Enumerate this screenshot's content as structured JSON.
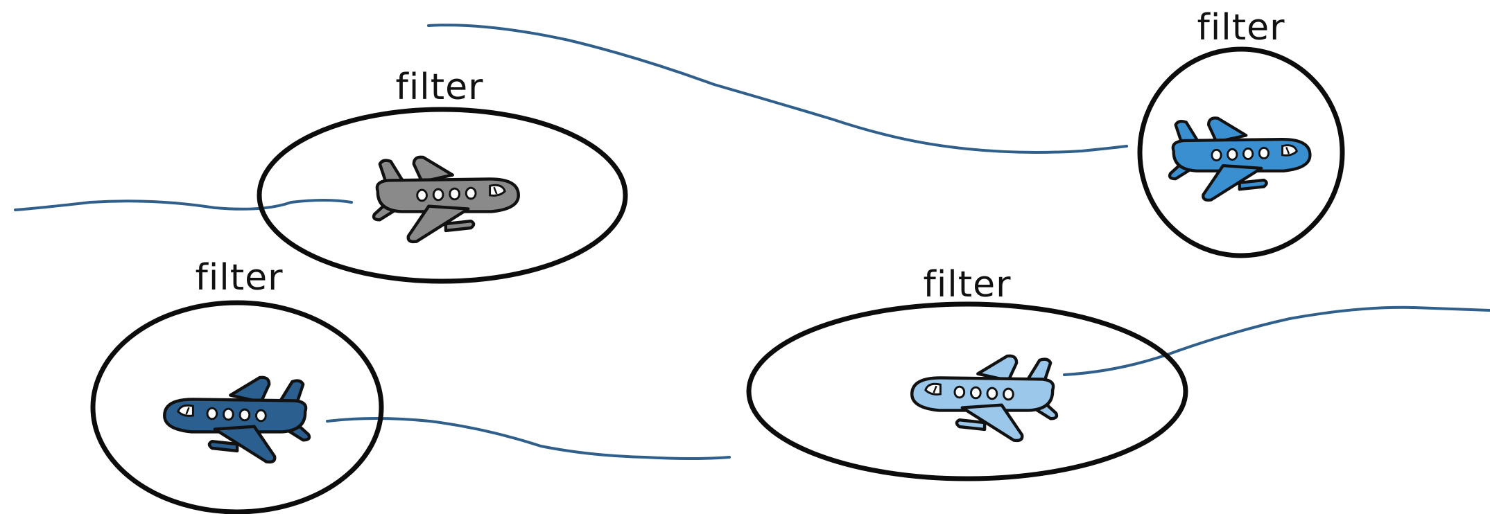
{
  "diagram": {
    "filters": [
      {
        "id": "top-left",
        "label": "filter",
        "plane_color": "#8a8a8a",
        "plane_facing": "right"
      },
      {
        "id": "top-right",
        "label": "filter",
        "plane_color": "#3a8fd1",
        "plane_facing": "right"
      },
      {
        "id": "bottom-left",
        "label": "filter",
        "plane_color": "#2a5f8f",
        "plane_facing": "left"
      },
      {
        "id": "bottom-right",
        "label": "filter",
        "plane_color": "#9bc8ea",
        "plane_facing": "left"
      }
    ],
    "trail_color": "#2f5f8a",
    "ring_color": "#0c0c0c",
    "label_color": "#111111",
    "background": "#ffffff"
  }
}
